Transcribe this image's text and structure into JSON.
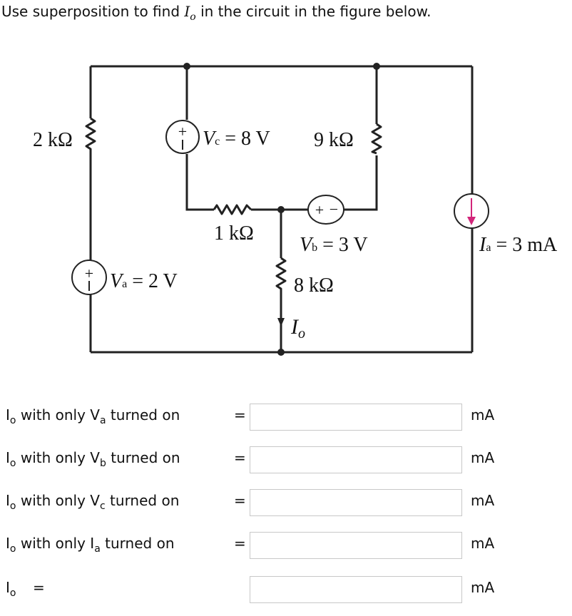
{
  "question": {
    "text_before": "Use superposition to find ",
    "var_main": "I",
    "var_sub": "o",
    "text_after": " in the circuit in the figure below."
  },
  "circuit": {
    "r_2k": "2 kΩ",
    "r_9k": "9 kΩ",
    "r_1k": "1 kΩ",
    "r_8k": "8 kΩ",
    "vc_label": "V",
    "vc_sub": "c",
    "vc_value": " = 8 V",
    "vb_label": "V",
    "vb_sub": "b",
    "vb_value": " = 3 V",
    "va_label": "V",
    "va_sub": "a",
    "va_value": " = 2 V",
    "ia_label": "I",
    "ia_sub": "a",
    "ia_value": " = 3 mA",
    "io_label": "I",
    "io_sub": "o",
    "plus": "+",
    "minus": "−"
  },
  "answers": [
    {
      "lbl_main": "I",
      "lbl_sub": "o",
      "lbl_mid": " with only V",
      "lbl_sub2": "a",
      "lbl_tail": " turned on",
      "eq": "=",
      "value": "",
      "unit": "mA"
    },
    {
      "lbl_main": "I",
      "lbl_sub": "o",
      "lbl_mid": " with only V",
      "lbl_sub2": "b",
      "lbl_tail": " turned on",
      "eq": "=",
      "value": "",
      "unit": "mA"
    },
    {
      "lbl_main": "I",
      "lbl_sub": "o",
      "lbl_mid": " with only V",
      "lbl_sub2": "c",
      "lbl_tail": " turned on",
      "eq": "=",
      "value": "",
      "unit": "mA"
    },
    {
      "lbl_main": "I",
      "lbl_sub": "o",
      "lbl_mid": " with only I",
      "lbl_sub2": "a",
      "lbl_tail": " turned on",
      "eq": "=",
      "value": "",
      "unit": "mA"
    },
    {
      "lbl_main": "I",
      "lbl_sub": "o",
      "lbl_mid": "",
      "lbl_sub2": "",
      "lbl_tail": "",
      "eq": "=",
      "value": "",
      "unit": "mA"
    }
  ]
}
